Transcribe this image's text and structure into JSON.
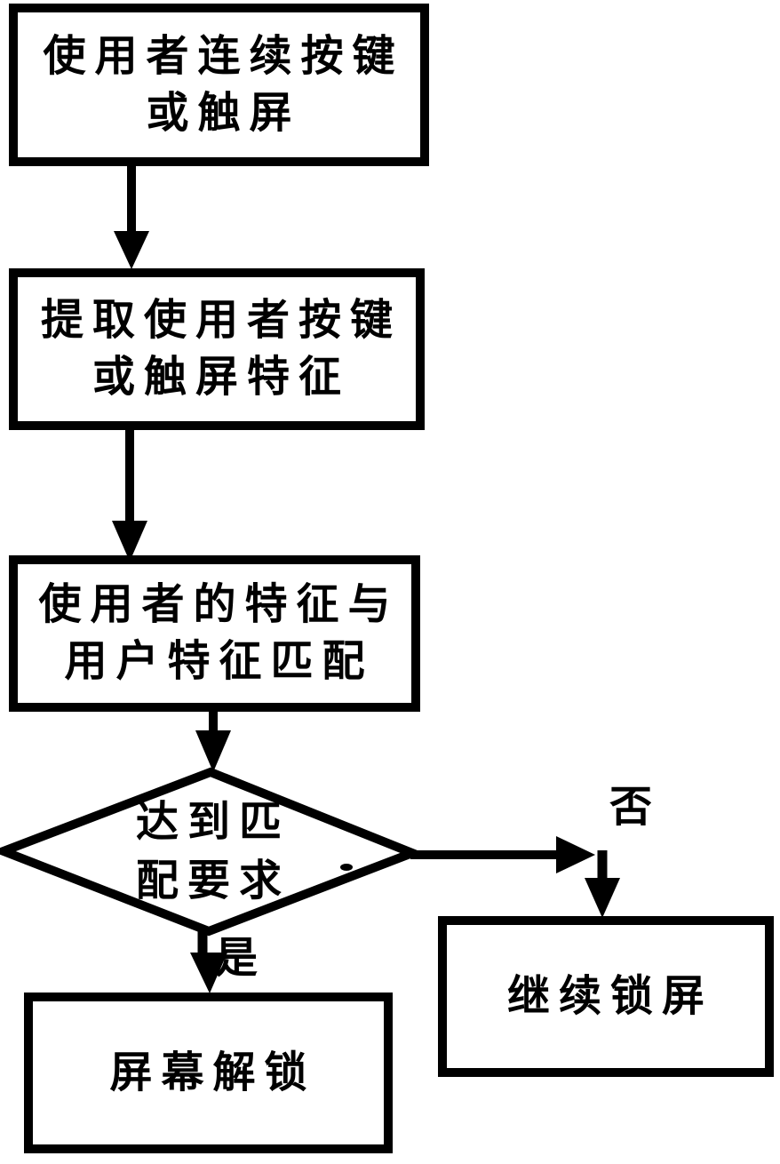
{
  "diagram": {
    "type": "flowchart",
    "background_color": "#ffffff",
    "ink_color": "#000000",
    "nodes": [
      {
        "id": "user-input",
        "shape": "rect",
        "lines": [
          "使用者连续按键",
          "或触屏"
        ]
      },
      {
        "id": "extract-features",
        "shape": "rect",
        "lines": [
          "提取使用者按键",
          "或触屏特征"
        ]
      },
      {
        "id": "match-features",
        "shape": "rect",
        "lines": [
          "使用者的特征与",
          "用户特征匹配"
        ]
      },
      {
        "id": "match-decision",
        "shape": "diamond",
        "lines": [
          "达到匹",
          "配要求"
        ]
      },
      {
        "id": "unlock-screen",
        "shape": "rect",
        "lines": [
          "屏幕解锁"
        ]
      },
      {
        "id": "keep-locked",
        "shape": "rect",
        "lines": [
          "继续锁屏"
        ]
      }
    ],
    "edges": [
      {
        "from": "user-input",
        "to": "extract-features",
        "label": ""
      },
      {
        "from": "extract-features",
        "to": "match-features",
        "label": ""
      },
      {
        "from": "match-features",
        "to": "match-decision",
        "label": ""
      },
      {
        "from": "match-decision",
        "to": "unlock-screen",
        "label": "是"
      },
      {
        "from": "match-decision",
        "to": "keep-locked",
        "label": "否"
      }
    ]
  }
}
